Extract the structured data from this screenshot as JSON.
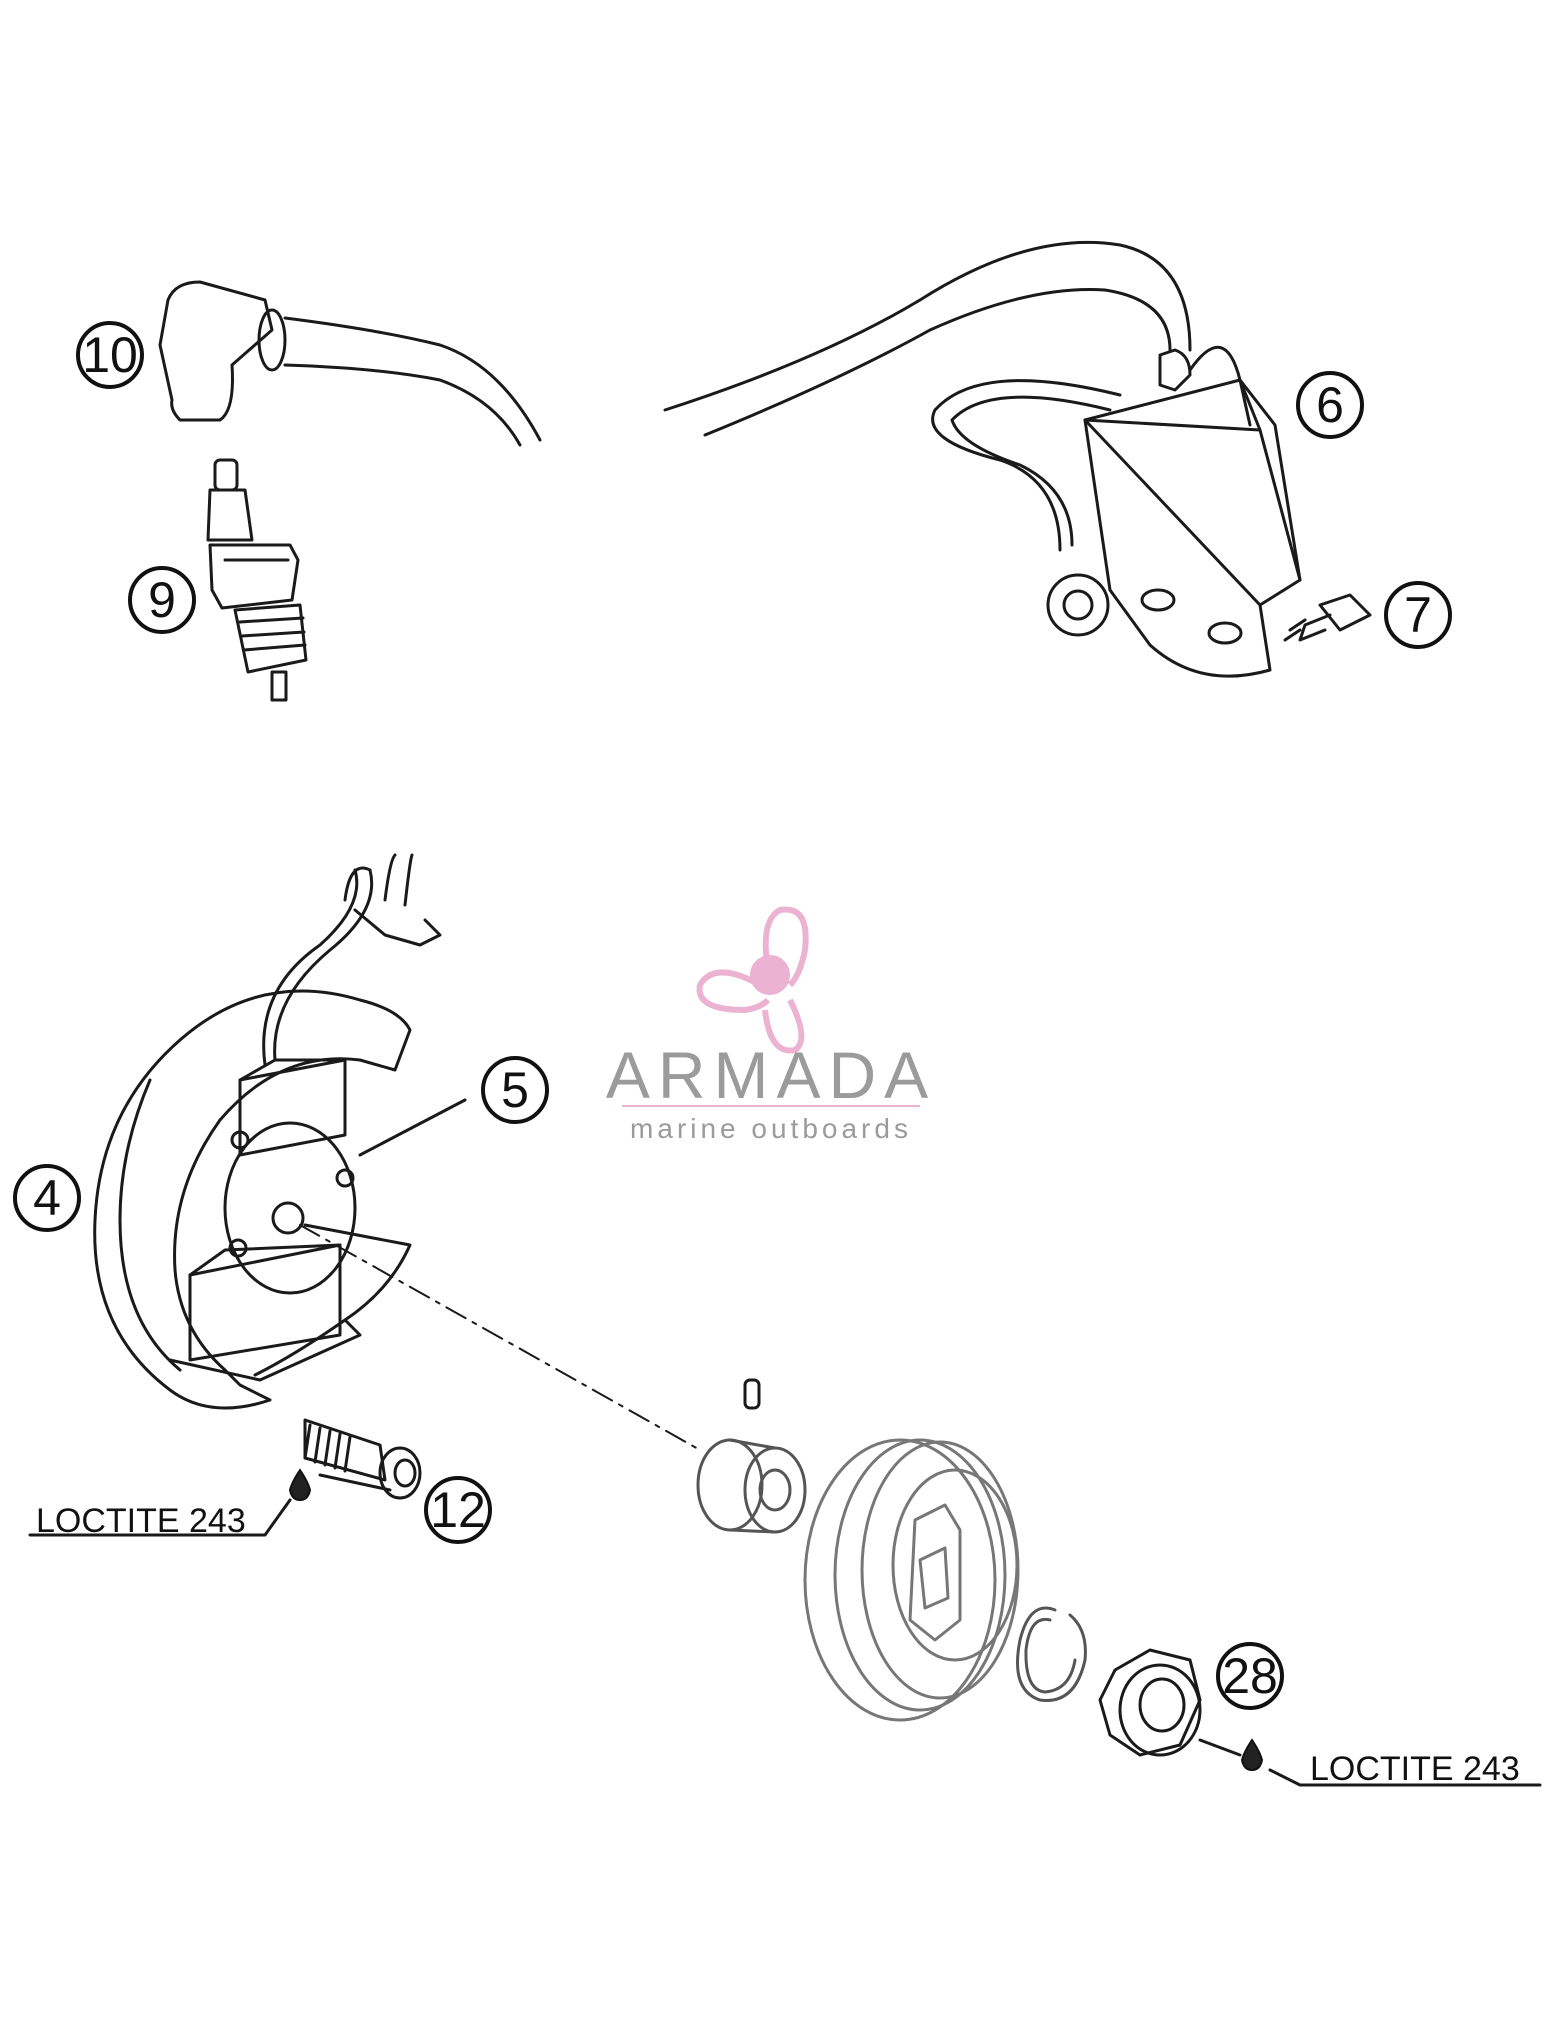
{
  "callouts": [
    {
      "id": "10",
      "label": "10"
    },
    {
      "id": "9",
      "label": "9"
    },
    {
      "id": "6",
      "label": "6"
    },
    {
      "id": "7",
      "label": "7"
    },
    {
      "id": "5",
      "label": "5"
    },
    {
      "id": "4",
      "label": "4"
    },
    {
      "id": "12",
      "label": "12"
    },
    {
      "id": "28",
      "label": "28"
    }
  ],
  "notes": {
    "loctite_left": "LOCTITE 243",
    "loctite_right": "LOCTITE 243"
  },
  "watermark": {
    "brand": "ARMADA",
    "tagline": "marine outboards",
    "accent_color": "#e8a6c9",
    "text_color": "#8a8a8a"
  }
}
